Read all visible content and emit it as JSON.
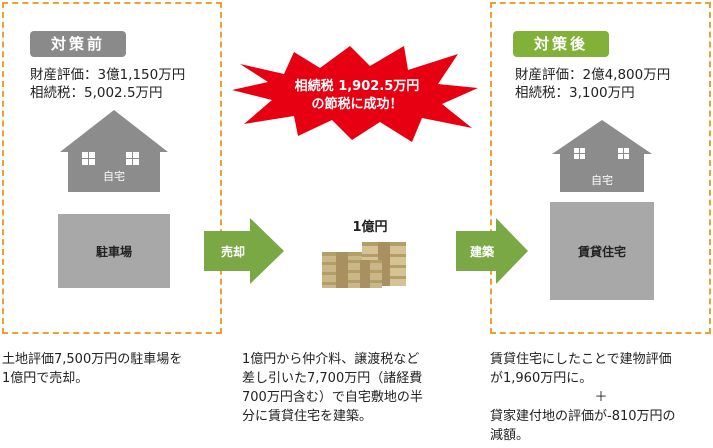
{
  "before": {
    "badge": "対策前",
    "valuation": "財産評価：3億1,150万円",
    "tax": "相続税：5,002.5万円",
    "house_label": "自宅",
    "lot_label": "駐車場",
    "caption_line1": "土地評価7,500万円の駐車場を",
    "caption_line2": "1億円で売却。"
  },
  "after": {
    "badge": "対策後",
    "valuation": "財産評価：2億4,800万円",
    "tax": "相続税：3,100万円",
    "house_label": "自宅",
    "rental_label": "賃貸住宅",
    "caption_line1": "賃貸住宅にしたことで建物評価",
    "caption_line2": "が1,960万円に。",
    "caption_plus": "＋",
    "caption_line3": "貸家建付地の評価が-810万円の",
    "caption_line4": "減額。"
  },
  "burst": {
    "line1": "相続税 1,902.5万円",
    "line2": "の節税に成功！"
  },
  "middle": {
    "money_label": "1億円",
    "arrow_sell": "売却",
    "arrow_build": "建築",
    "caption_line1": "1億円から仲介料、譲渡税など",
    "caption_line2": "差し引いた7,700万円（諸経費",
    "caption_line3": "700万円含む）で自宅敷地の半",
    "caption_line4": "分に賃貸住宅を建築。"
  },
  "colors": {
    "dash_border": "#f0a030",
    "badge_before": "#8a8a8a",
    "badge_after": "#82b13a",
    "arrow_green": "#79a844",
    "burst_red": "#e60012",
    "house_gray": "#8c8c8c",
    "lot_gray": "#a8a8a8",
    "money": "#c9b787"
  }
}
